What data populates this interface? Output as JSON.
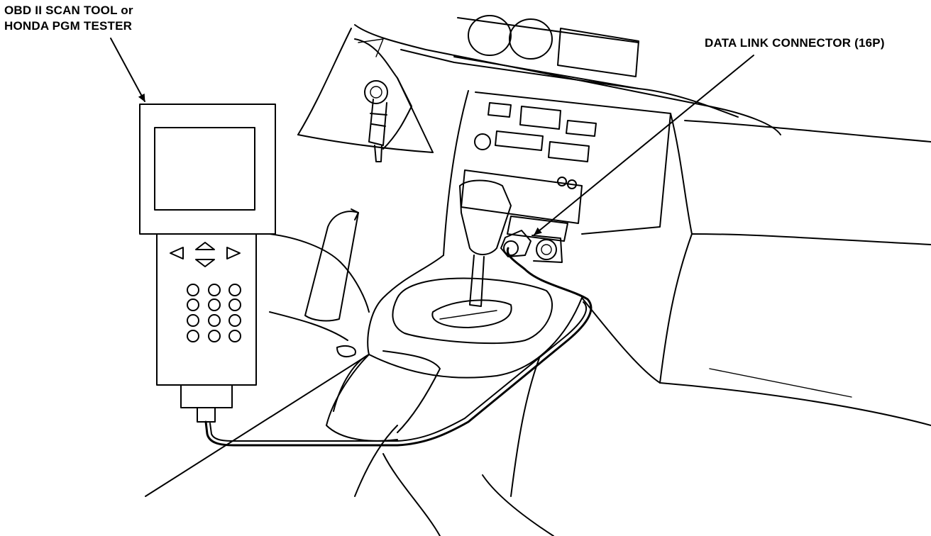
{
  "callouts": {
    "scan_tool_line1": "OBD II SCAN TOOL or",
    "scan_tool_line2": "HONDA PGM TESTER",
    "dlc": "DATA LINK CONNECTOR (16P)"
  },
  "colors": {
    "ink": "#000000",
    "paper": "#ffffff"
  }
}
